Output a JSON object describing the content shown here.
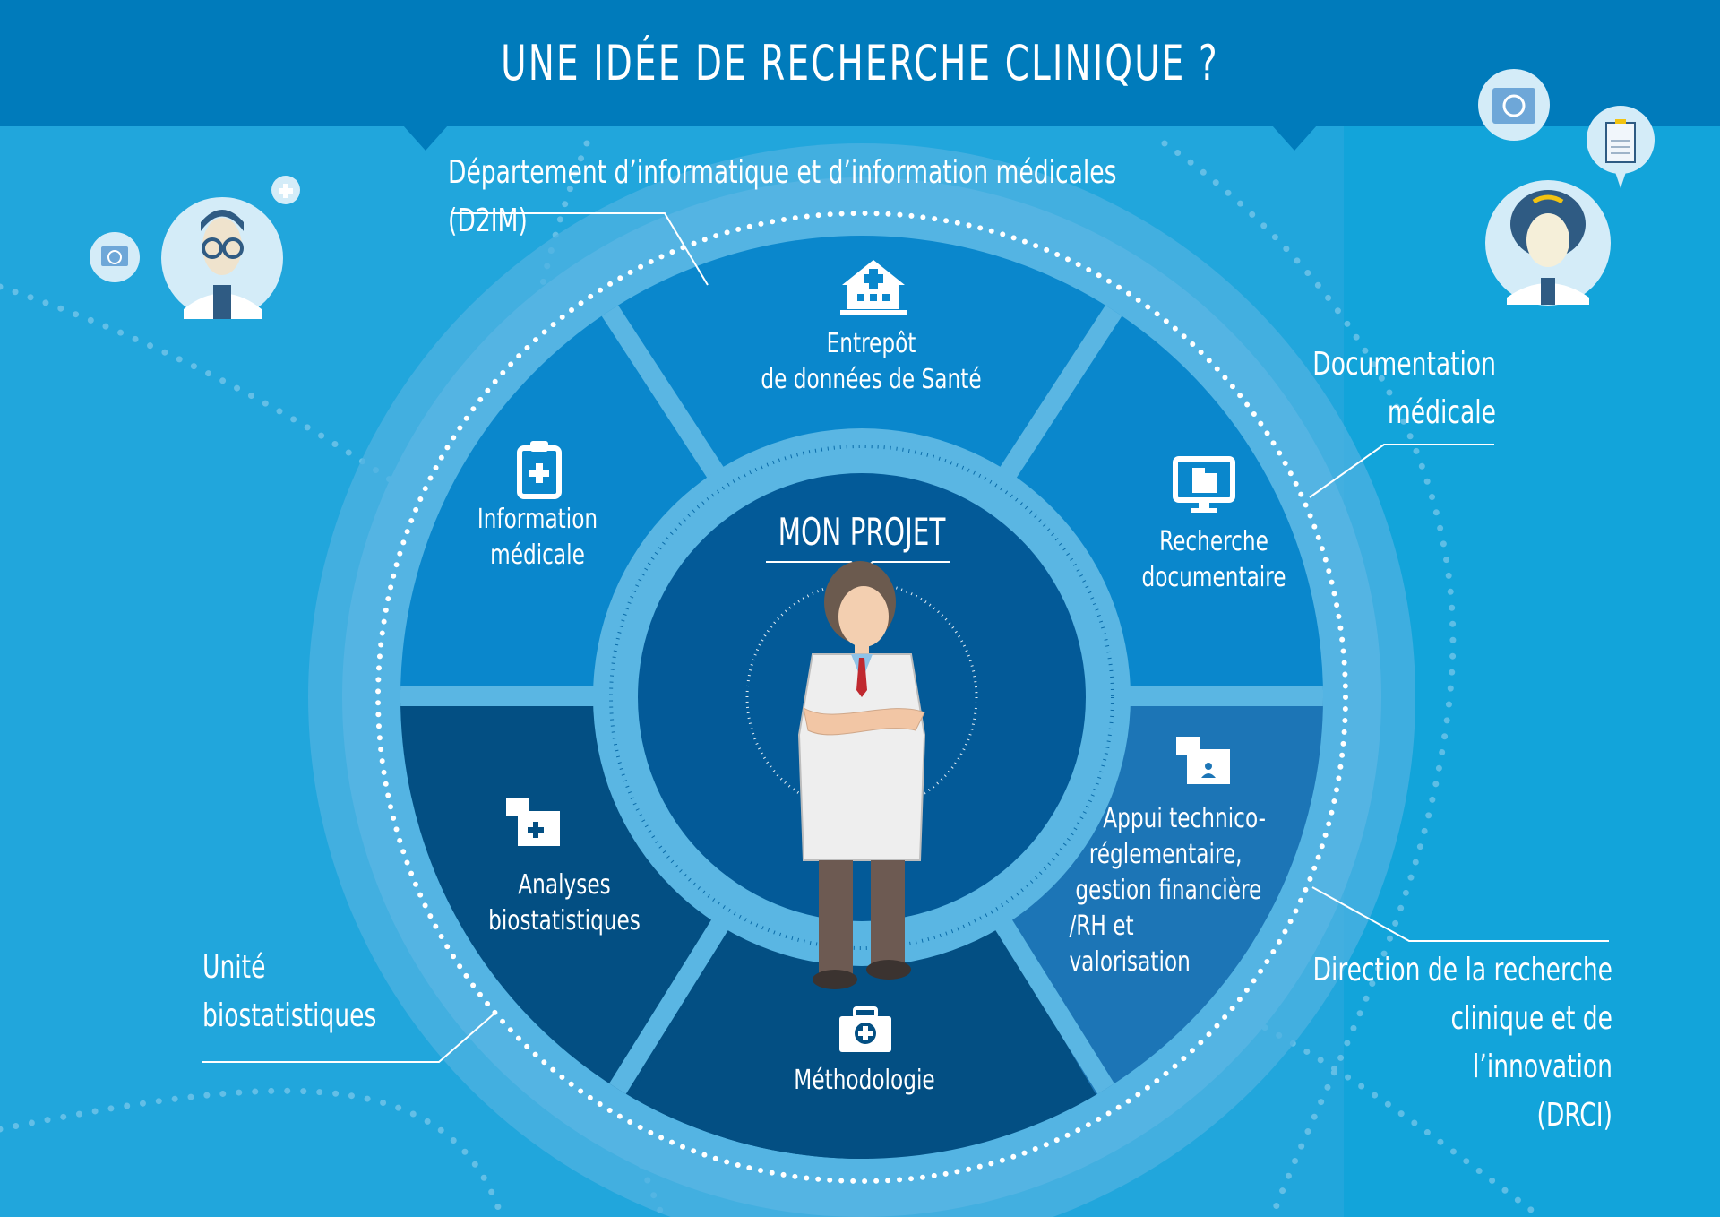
{
  "header": {
    "title": "UNE IDÉE DE RECHERCHE CLINIQUE ?"
  },
  "outer_labels": {
    "d2im": "Département d’informatique et d’information médicales (D2IM)",
    "documentation": [
      "Documentation",
      "médicale"
    ],
    "unite_biostat": [
      "Unité",
      "biostatistiques"
    ],
    "drci": [
      "Direction de la recherche",
      "clinique et de l’innovation",
      "(DRCI)"
    ]
  },
  "center": {
    "title": "MON PROJET",
    "figure": "doctor-character"
  },
  "segments": [
    {
      "id": "entrepot",
      "icon": "hospital-icon",
      "lines": [
        "Entrepôt",
        "de données de Santé"
      ],
      "color": "#0a87cc"
    },
    {
      "id": "recherche-doc",
      "icon": "monitor-folder-icon",
      "lines": [
        "Recherche",
        "documentaire"
      ],
      "color": "#0a87cc"
    },
    {
      "id": "appui",
      "icon": "folder-person-icon",
      "lines": [
        "Appui technico-",
        "réglementaire,",
        "gestion financière",
        "/RH et",
        "valorisation"
      ],
      "color": "#1c75b6"
    },
    {
      "id": "methodologie",
      "icon": "medical-kit-icon",
      "lines": [
        "Méthodologie"
      ],
      "color": "#034f83"
    },
    {
      "id": "analyses",
      "icon": "folder-plus-icon",
      "lines": [
        "Analyses",
        "biostatistiques"
      ],
      "color": "#034f83"
    },
    {
      "id": "info-med",
      "icon": "clipboard-plus-icon",
      "lines": [
        "Information",
        "médicale"
      ],
      "color": "#0a87cc"
    }
  ],
  "avatars": [
    {
      "name": "male-doctor-avatar",
      "side": "left"
    },
    {
      "name": "female-doctor-avatar",
      "side": "right"
    }
  ],
  "colors": {
    "background": "#21a6dc",
    "header": "#007bbb",
    "ring_light": "#5ab6e3",
    "center_disc": "#035a98",
    "segment_light": "#0a87cc",
    "segment_mid": "#1c75b6",
    "segment_dark": "#034f83"
  }
}
